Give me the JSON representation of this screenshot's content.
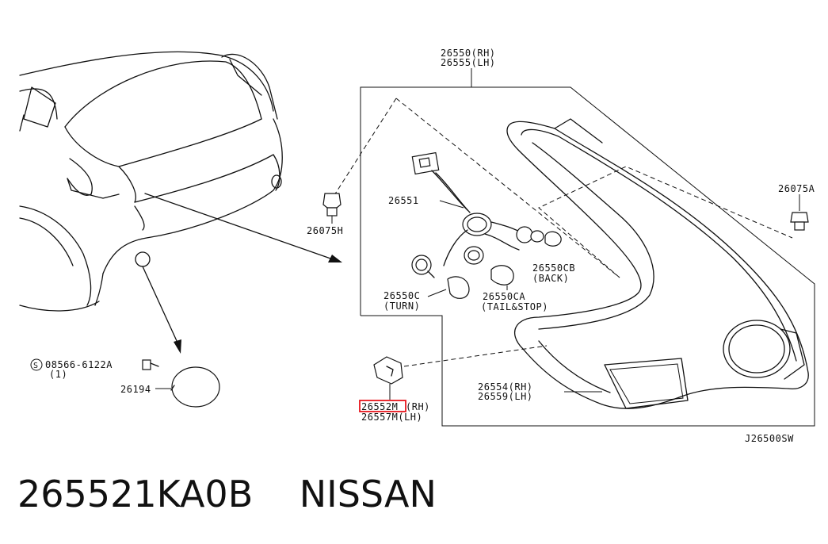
{
  "labels": {
    "assy_rh": "26550(RH)",
    "assy_lh": "26555(LH)",
    "clip_h": "26075H",
    "clip_a": "26075A",
    "harness": "26551",
    "bulb_back_code": "26550CB",
    "bulb_back_name": "(BACK)",
    "bulb_turn_code": "26550C",
    "bulb_turn_name": "(TURN)",
    "bulb_tail_code": "26550CA",
    "bulb_tail_name": "(TAIL&STOP)",
    "screw_code": "08566-6122A",
    "screw_qty": "(1)",
    "screw_symbol": "S",
    "cap": "26194",
    "lens_rh": "26554(RH)",
    "lens_lh": "26559(LH)",
    "bracket_rh_code": "26552M",
    "bracket_rh_suffix": "(RH)",
    "bracket_lh": "26557M(LH)",
    "diagram_id": "J26500SW"
  },
  "caption": {
    "part_number": "265521KA0B",
    "brand": "NISSAN"
  },
  "highlight_color": "#e8141c"
}
